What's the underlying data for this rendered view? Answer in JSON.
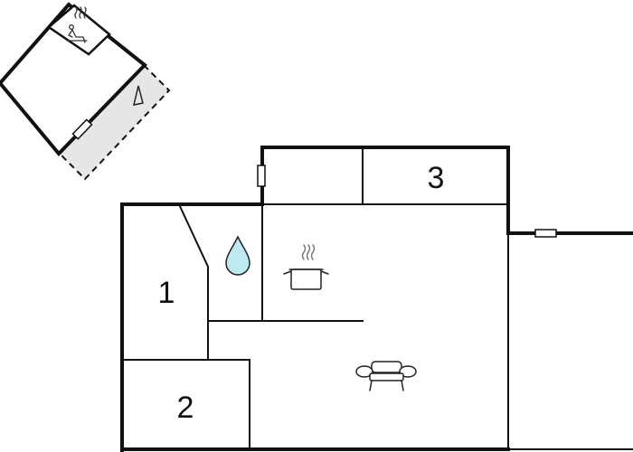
{
  "floorplan": {
    "rooms": [
      {
        "id": "bedroom-1",
        "label": "1"
      },
      {
        "id": "bedroom-2",
        "label": "2"
      },
      {
        "id": "bedroom-3",
        "label": "3"
      }
    ],
    "icons": {
      "bathroom": "water-drop-icon",
      "kitchen": "cooking-pot-icon",
      "living": "armchair-icon",
      "sauna": "sauna-person-icon",
      "terrace": "tent-icon"
    },
    "colors": {
      "wall": "#111111",
      "water": "#bfe9f1",
      "terrace_fill": "#e6e6e6"
    }
  }
}
